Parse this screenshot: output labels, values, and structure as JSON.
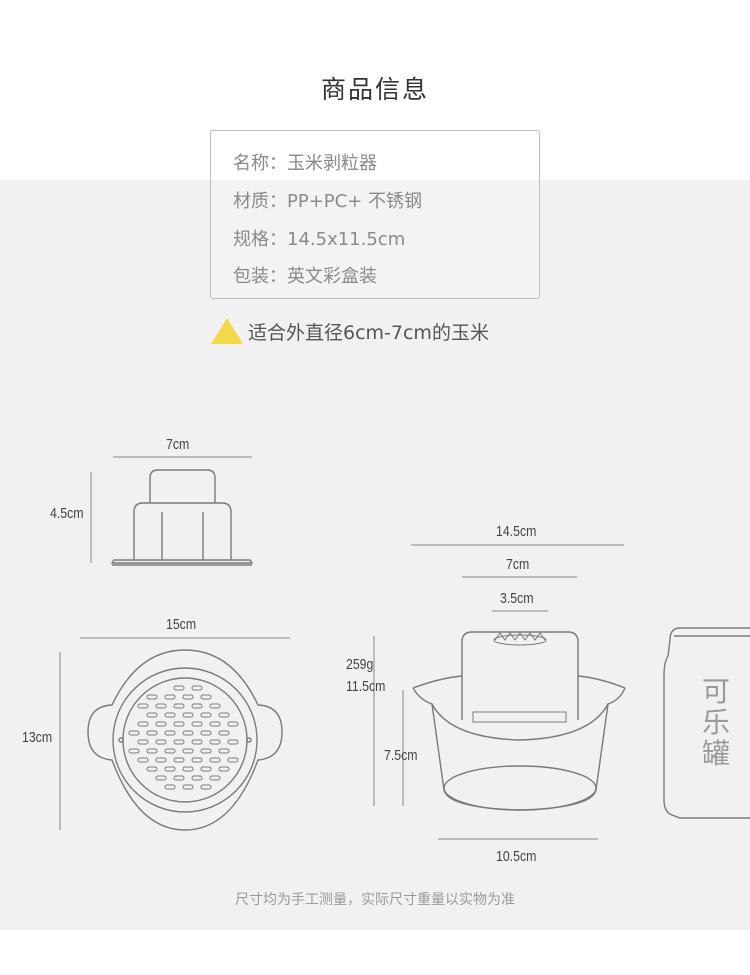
{
  "title": "商品信息",
  "info": [
    {
      "label": "名称：",
      "value": "玉米剥粒器"
    },
    {
      "label": "材质：",
      "value": "PP+PC+ 不锈钢"
    },
    {
      "label": "规格：",
      "value": "14.5x11.5cm"
    },
    {
      "label": "包装：",
      "value": "英文彩盒装"
    }
  ],
  "notice": "适合外直径6cm-7cm的玉米",
  "dimensions": {
    "cap_width": "7cm",
    "cap_height": "4.5cm",
    "plate_width": "15cm",
    "plate_height": "13cm",
    "product_top": "14.5cm",
    "product_mid": "7cm",
    "product_hole": "3.5cm",
    "weight": "259g",
    "product_height": "11.5cm",
    "bowl_height": "7.5cm",
    "base_width": "10.5cm"
  },
  "can_label": [
    "可",
    "乐",
    "罐"
  ],
  "footnote": "尺寸均为手工测量，实际尺寸重量以实物为准",
  "colors": {
    "accent_triangle": "#f5d84a",
    "panel": "#f1f1f3",
    "line": "#7a7a7a"
  }
}
